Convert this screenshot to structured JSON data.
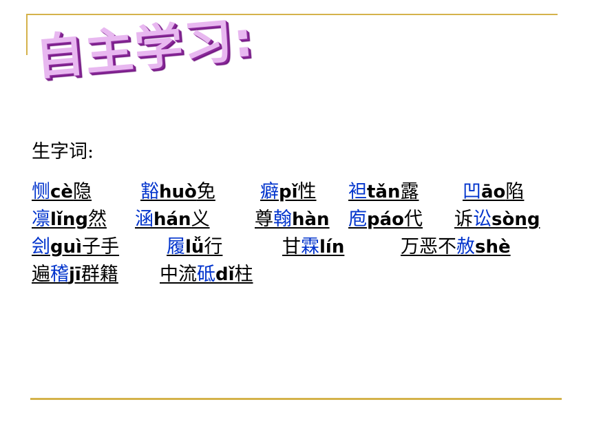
{
  "title": "自主学习:",
  "subtitle": "生字词:",
  "rows": [
    [
      {
        "pre": "",
        "char": "恻",
        "pinyin": "cè",
        "post": "隐"
      },
      {
        "pre": "",
        "char": "豁",
        "pinyin": "huò",
        "post": "免"
      },
      {
        "pre": "",
        "char": "癖",
        "pinyin": "pǐ",
        "post": "性"
      },
      {
        "pre": "",
        "char": "袒",
        "pinyin": "tǎn",
        "post": "露"
      },
      {
        "pre": "",
        "char": "凹",
        "pinyin": "āo",
        "post": "陷"
      }
    ],
    [
      {
        "pre": "",
        "char": "凛",
        "pinyin": "lǐng",
        "post": "然"
      },
      {
        "pre": "",
        "char": "涵",
        "pinyin": "hán",
        "post": "义"
      },
      {
        "pre": "尊",
        "char": "翰",
        "pinyin": "hàn",
        "post": ""
      },
      {
        "pre": "",
        "char": "庖",
        "pinyin": "páo",
        "post": "代"
      },
      {
        "pre": "诉",
        "char": "讼",
        "pinyin": "sòng",
        "post": ""
      }
    ],
    [
      {
        "pre": "",
        "char": "刽",
        "pinyin": "guì",
        "post": "子手"
      },
      {
        "pre": "",
        "char": "履",
        "pinyin": "lǚ",
        "post": "行"
      },
      {
        "pre": "甘",
        "char": "霖",
        "pinyin": "lín",
        "post": ""
      },
      {
        "pre": "万恶不",
        "char": "赦",
        "pinyin": "shè",
        "post": ""
      }
    ],
    [
      {
        "pre": "遍",
        "char": "稽",
        "pinyin": "jī",
        "post": "群籍"
      },
      {
        "pre": "中流",
        "char": "砥",
        "pinyin": "dǐ",
        "post": "柱"
      }
    ]
  ]
}
